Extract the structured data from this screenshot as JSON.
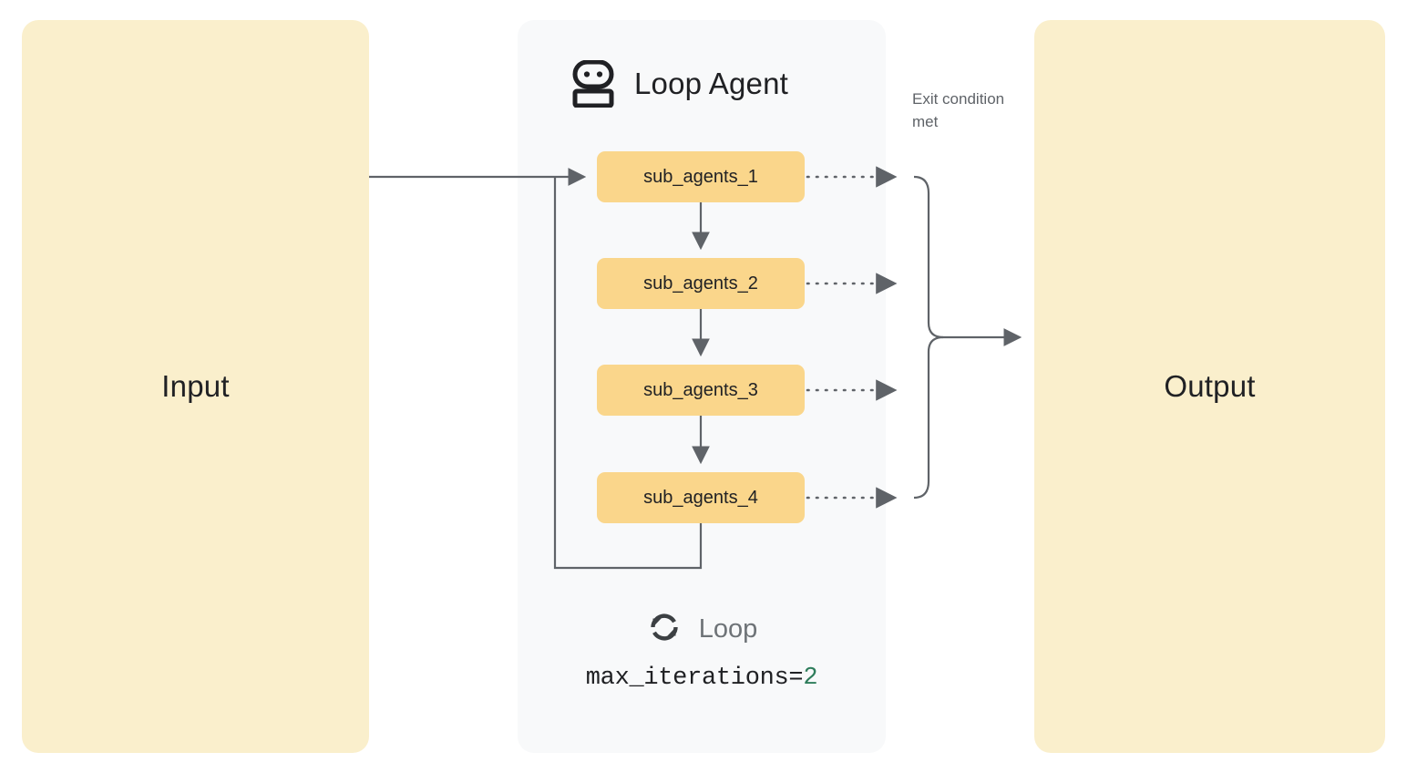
{
  "diagram": {
    "type": "loop-agent-flow",
    "canvas_background": "#ffffff"
  },
  "input_panel": {
    "label": "Input",
    "background": "#FAEFCC",
    "text_color": "#202124"
  },
  "output_panel": {
    "label": "Output",
    "background": "#FAEFCC",
    "text_color": "#202124"
  },
  "loop_agent": {
    "title": "Loop Agent",
    "icon": "robot-icon",
    "background": "#F8F9FA",
    "box_color": "#FAD68B",
    "sub_agents": [
      {
        "label": "sub_agents_1"
      },
      {
        "label": "sub_agents_2"
      },
      {
        "label": "sub_agents_3"
      },
      {
        "label": "sub_agents_4"
      }
    ],
    "footer": {
      "icon": "loop-refresh-icon",
      "label": "Loop",
      "param_name": "max_iterations=",
      "param_value": "2",
      "param_value_color": "#2E7D5B"
    }
  },
  "annotations": {
    "exit_condition": "Exit condition met",
    "exit_condition_color": "#5F6368"
  },
  "wire_color": "#5F6368"
}
